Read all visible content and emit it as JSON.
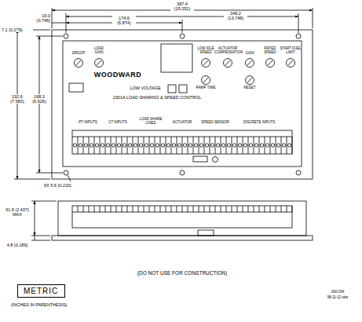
{
  "diagram": {
    "nodes": [
      {
        "text": [
          "METRIC"
        ]
      }
    ],
    "labels": [
      "387.4 (15.252)",
      "349.2 (13.748)",
      "174.6 (6.874)",
      "19.0 (0.748)",
      "7.1 (0.279)",
      "192.6 (7.583)",
      "168.3 (6.626)",
      "6X 5.6 (0.220)",
      "WOODWARD",
      "LOW VOLTAGE",
      "2301A LOAD SHARING & SPEED CONTROL",
      "DROOP",
      "LOAD GAIN",
      "LOW IDLE SPEED",
      "ACTUATOR COMPENSATION",
      "GAIN",
      "RATED SPEED",
      "START FUEL LIMIT",
      "RAMP TIME",
      "RESET",
      "PT INPUTS",
      "CT INPUTS",
      "LOAD SHARE LINES",
      "ACTUATOR",
      "SPEED SENSOR",
      "DISCRETE INPUTS",
      "(DO NOT USE FOR CONSTRUCTION)",
      "(INCHES IN PARENTHESIS)",
      "260-034",
      "98-11-12 skw",
      "61.9 (2.437) MAX",
      "4.8 (0.189)"
    ]
  }
}
